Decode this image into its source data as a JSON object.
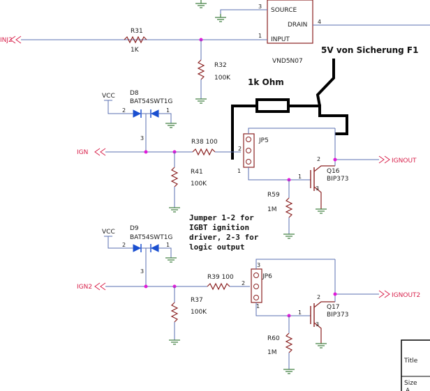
{
  "ic": {
    "name": "VND5N07",
    "source": "SOURCE",
    "drain": "DRAIN",
    "input": "INPUT",
    "pin3": "3",
    "pin4": "4",
    "pin1": "1"
  },
  "nets": {
    "inj2": "INJ2",
    "ign": "IGN",
    "ign2": "IGN2",
    "ignout": "IGNOUT",
    "ignout2": "IGNOUT2",
    "vcc1": "VCC",
    "vcc2": "VCC"
  },
  "resistors": {
    "r31": {
      "ref": "R31",
      "val": "1K"
    },
    "r32": {
      "ref": "R32",
      "val": "100K"
    },
    "r38": {
      "ref": "R38 100"
    },
    "r41": {
      "ref": "R41",
      "val": "100K"
    },
    "r59": {
      "ref": "R59",
      "val": "1M"
    },
    "r39": {
      "ref": "R39 100"
    },
    "r37": {
      "ref": "R37",
      "val": "100K"
    },
    "r60": {
      "ref": "R60",
      "val": "1M"
    }
  },
  "diodes": {
    "d8": {
      "ref": "D8",
      "part": "BAT54SWT1G"
    },
    "d9": {
      "ref": "D9",
      "part": "BAT54SWT1G"
    }
  },
  "jumpers": {
    "jp5": "JP5",
    "jp6": "JP6"
  },
  "transistors": {
    "q16": {
      "ref": "Q16",
      "part": "BIP373"
    },
    "q17": {
      "ref": "Q17",
      "part": "BIP373"
    }
  },
  "pins": {
    "p1": "1",
    "p2": "2",
    "p3": "3"
  },
  "annotations": {
    "supply": "5V von Sicherung F1",
    "resistor": "1k Ohm",
    "note": [
      "Jumper 1-2 for",
      "IGBT ignition",
      "driver, 2-3 for",
      "logic output"
    ]
  },
  "titleblock": {
    "title": "Title",
    "size": "Size",
    "a": "A"
  },
  "colors": {
    "wire": "#5a6fb0",
    "part": "#8a2020",
    "ground": "#3a7a3a",
    "net": "#d8204a",
    "junction": "#e01ad8"
  }
}
